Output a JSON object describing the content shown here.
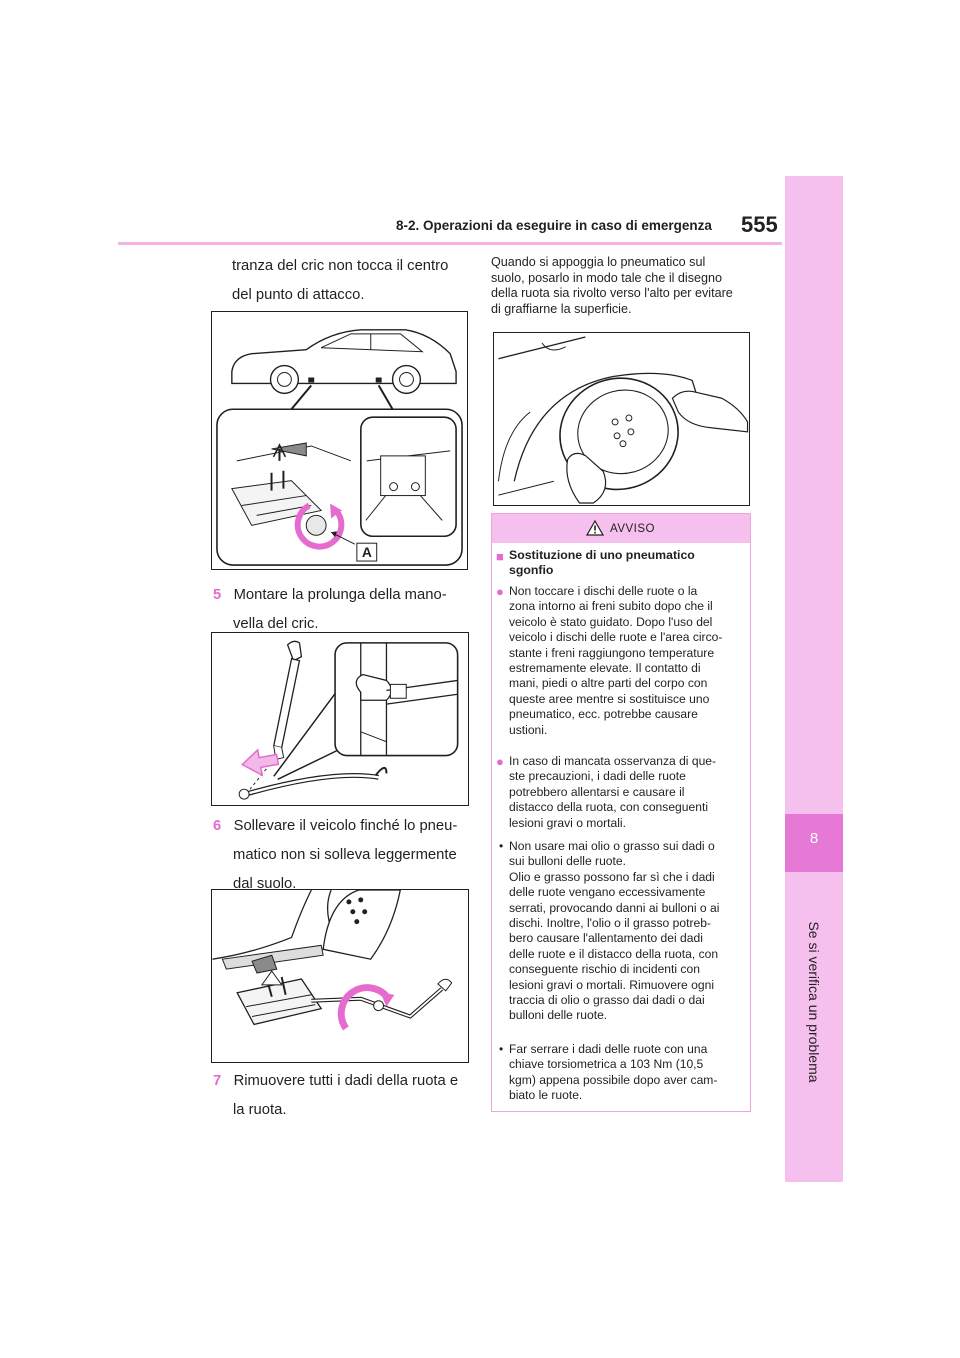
{
  "header": {
    "section_title": "8-2. Operazioni da eseguire in caso di emergenza",
    "page_number": "555"
  },
  "side_tab": {
    "chapter_number": "8",
    "chapter_title": "Se si verifica un problema"
  },
  "left_column": {
    "intro_line1": "tranza del cric non tocca il centro",
    "intro_line2": "del punto di attacco.",
    "fig1_label": "A",
    "step5": {
      "number": "5",
      "line1": "Montare la prolunga della mano-",
      "line2": "vella del cric."
    },
    "step6": {
      "number": "6",
      "line1": "Sollevare il veicolo finché lo pneu-",
      "line2": "matico non si solleva leggermente",
      "line3": "dal suolo."
    },
    "step7": {
      "number": "7",
      "line1": "Rimuovere tutti i dadi della ruota e",
      "line2": "la ruota."
    }
  },
  "right_column": {
    "note": [
      "Quando si appoggia lo pneumatico sul",
      "suolo, posarlo in modo tale che il disegno",
      "della ruota sia rivolto verso l'alto per evitare",
      "di graffiarne la superficie."
    ]
  },
  "warning": {
    "title": "AVVISO",
    "subheading_line1": "Sostituzione di uno pneumatico",
    "subheading_line2": "sgonfio",
    "item1": [
      "Non toccare i dischi delle ruote o la",
      "zona intorno ai freni subito dopo che il",
      "veicolo è stato guidato. Dopo l'uso del",
      "veicolo i dischi delle ruote e l'area circo-",
      "stante i freni raggiungono temperature",
      "estremamente elevate. Il contatto di",
      "mani, piedi o altre parti del corpo con",
      "queste aree mentre si sostituisce uno",
      "pneumatico, ecc. potrebbe causare",
      "ustioni."
    ],
    "item2": [
      "In caso di mancata osservanza di que-",
      "ste precauzioni, i dadi delle ruote",
      "potrebbero allentarsi e causare il",
      "distacco della ruota, con conseguenti",
      "lesioni gravi o mortali."
    ],
    "item3": [
      "Non usare mai olio o grasso sui dadi o",
      "sui bulloni delle ruote.",
      "Olio e grasso possono far sì che i dadi",
      "delle ruote vengano eccessivamente",
      "serrati, provocando danni ai bulloni o ai",
      "dischi. Inoltre, l'olio o il grasso potreb-",
      "bero causare l'allentamento dei dadi",
      "delle ruote e il distacco della ruota, con",
      "conseguente rischio di incidenti con",
      "lesioni gravi o mortali. Rimuovere ogni",
      "traccia di olio o grasso dai dadi o dai",
      "bulloni delle ruote."
    ],
    "item4": [
      "Far serrare i dadi delle ruote con una",
      "chiave torsiometrica a 103 Nm (10,5",
      "kgm) appena possibile dopo aver cam-",
      "biato le ruote."
    ]
  },
  "colors": {
    "accent_pink": "#e66bcf",
    "tab_pink": "#f6c0ee",
    "tab_dark_pink": "#e679d6",
    "header_rule": "#f4b3e8"
  },
  "icons": [
    "warning-triangle-icon",
    "square-bullet-icon",
    "circle-bullet-icon"
  ]
}
